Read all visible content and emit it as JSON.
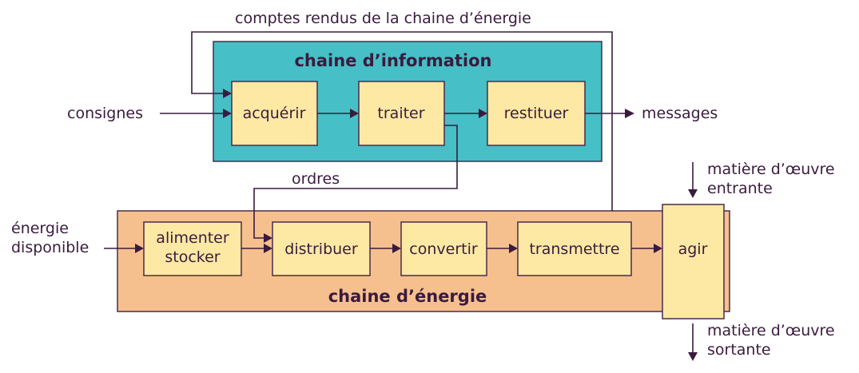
{
  "feedback_label": "comptes rendus de la chaine d’énergie",
  "info_chain": {
    "title": "chaine d’information",
    "color": "#47bfc6",
    "blocks": {
      "acquerir": "acquérir",
      "traiter": "traiter",
      "restituer": "restituer"
    }
  },
  "energy_chain": {
    "title": "chaine d’énergie",
    "color": "#f6c08e",
    "blocks": {
      "alimenter": [
        "alimenter",
        "stocker"
      ],
      "distribuer": "distribuer",
      "convertir": "convertir",
      "transmettre": "transmettre",
      "agir": "agir"
    }
  },
  "block_color": "#fde9a3",
  "inputs": {
    "consignes": "consignes",
    "energie": [
      "énergie",
      "disponible"
    ],
    "matiere_entrante": [
      "matière d’œuvre",
      "entrante"
    ]
  },
  "outputs": {
    "messages": "messages",
    "matiere_sortante": [
      "matière d’œuvre",
      "sortante"
    ]
  },
  "ordres_label": "ordres"
}
